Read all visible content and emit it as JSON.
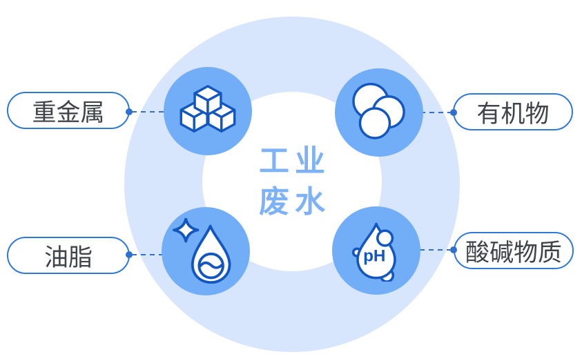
{
  "center_label": {
    "line1": "工业",
    "line2": "废水"
  },
  "nodes": {
    "top_left": {
      "label": "重金属",
      "icon": "cubes-icon"
    },
    "top_right": {
      "label": "有机物",
      "icon": "molecules-icon"
    },
    "bottom_left": {
      "label": "油脂",
      "icon": "oil-drop-icon"
    },
    "bottom_right": {
      "label": "酸碱物质",
      "icon": "ph-drop-icon"
    }
  },
  "ph_badge_text": "pH",
  "colors": {
    "ring": "#d8e6fd",
    "node_circle": "#71aef7",
    "icon_stroke": "#1256bf",
    "center_text": "#7eb2f8",
    "pill_border": "#2e78d9",
    "pill_text": "#3f444b",
    "connector": "#2e6fd0"
  }
}
